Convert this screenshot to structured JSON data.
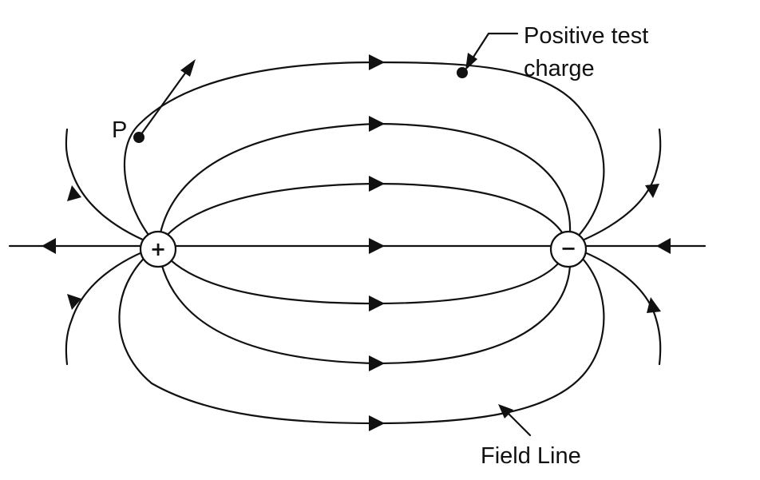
{
  "labels": {
    "point": "P",
    "test_charge_line1": "Positive test",
    "test_charge_line2": "charge",
    "field_line": "Field Line"
  },
  "charges": {
    "positive_sign": "+",
    "negative_sign": "−"
  },
  "colors": {
    "ink": "#111111",
    "background": "#ffffff"
  }
}
